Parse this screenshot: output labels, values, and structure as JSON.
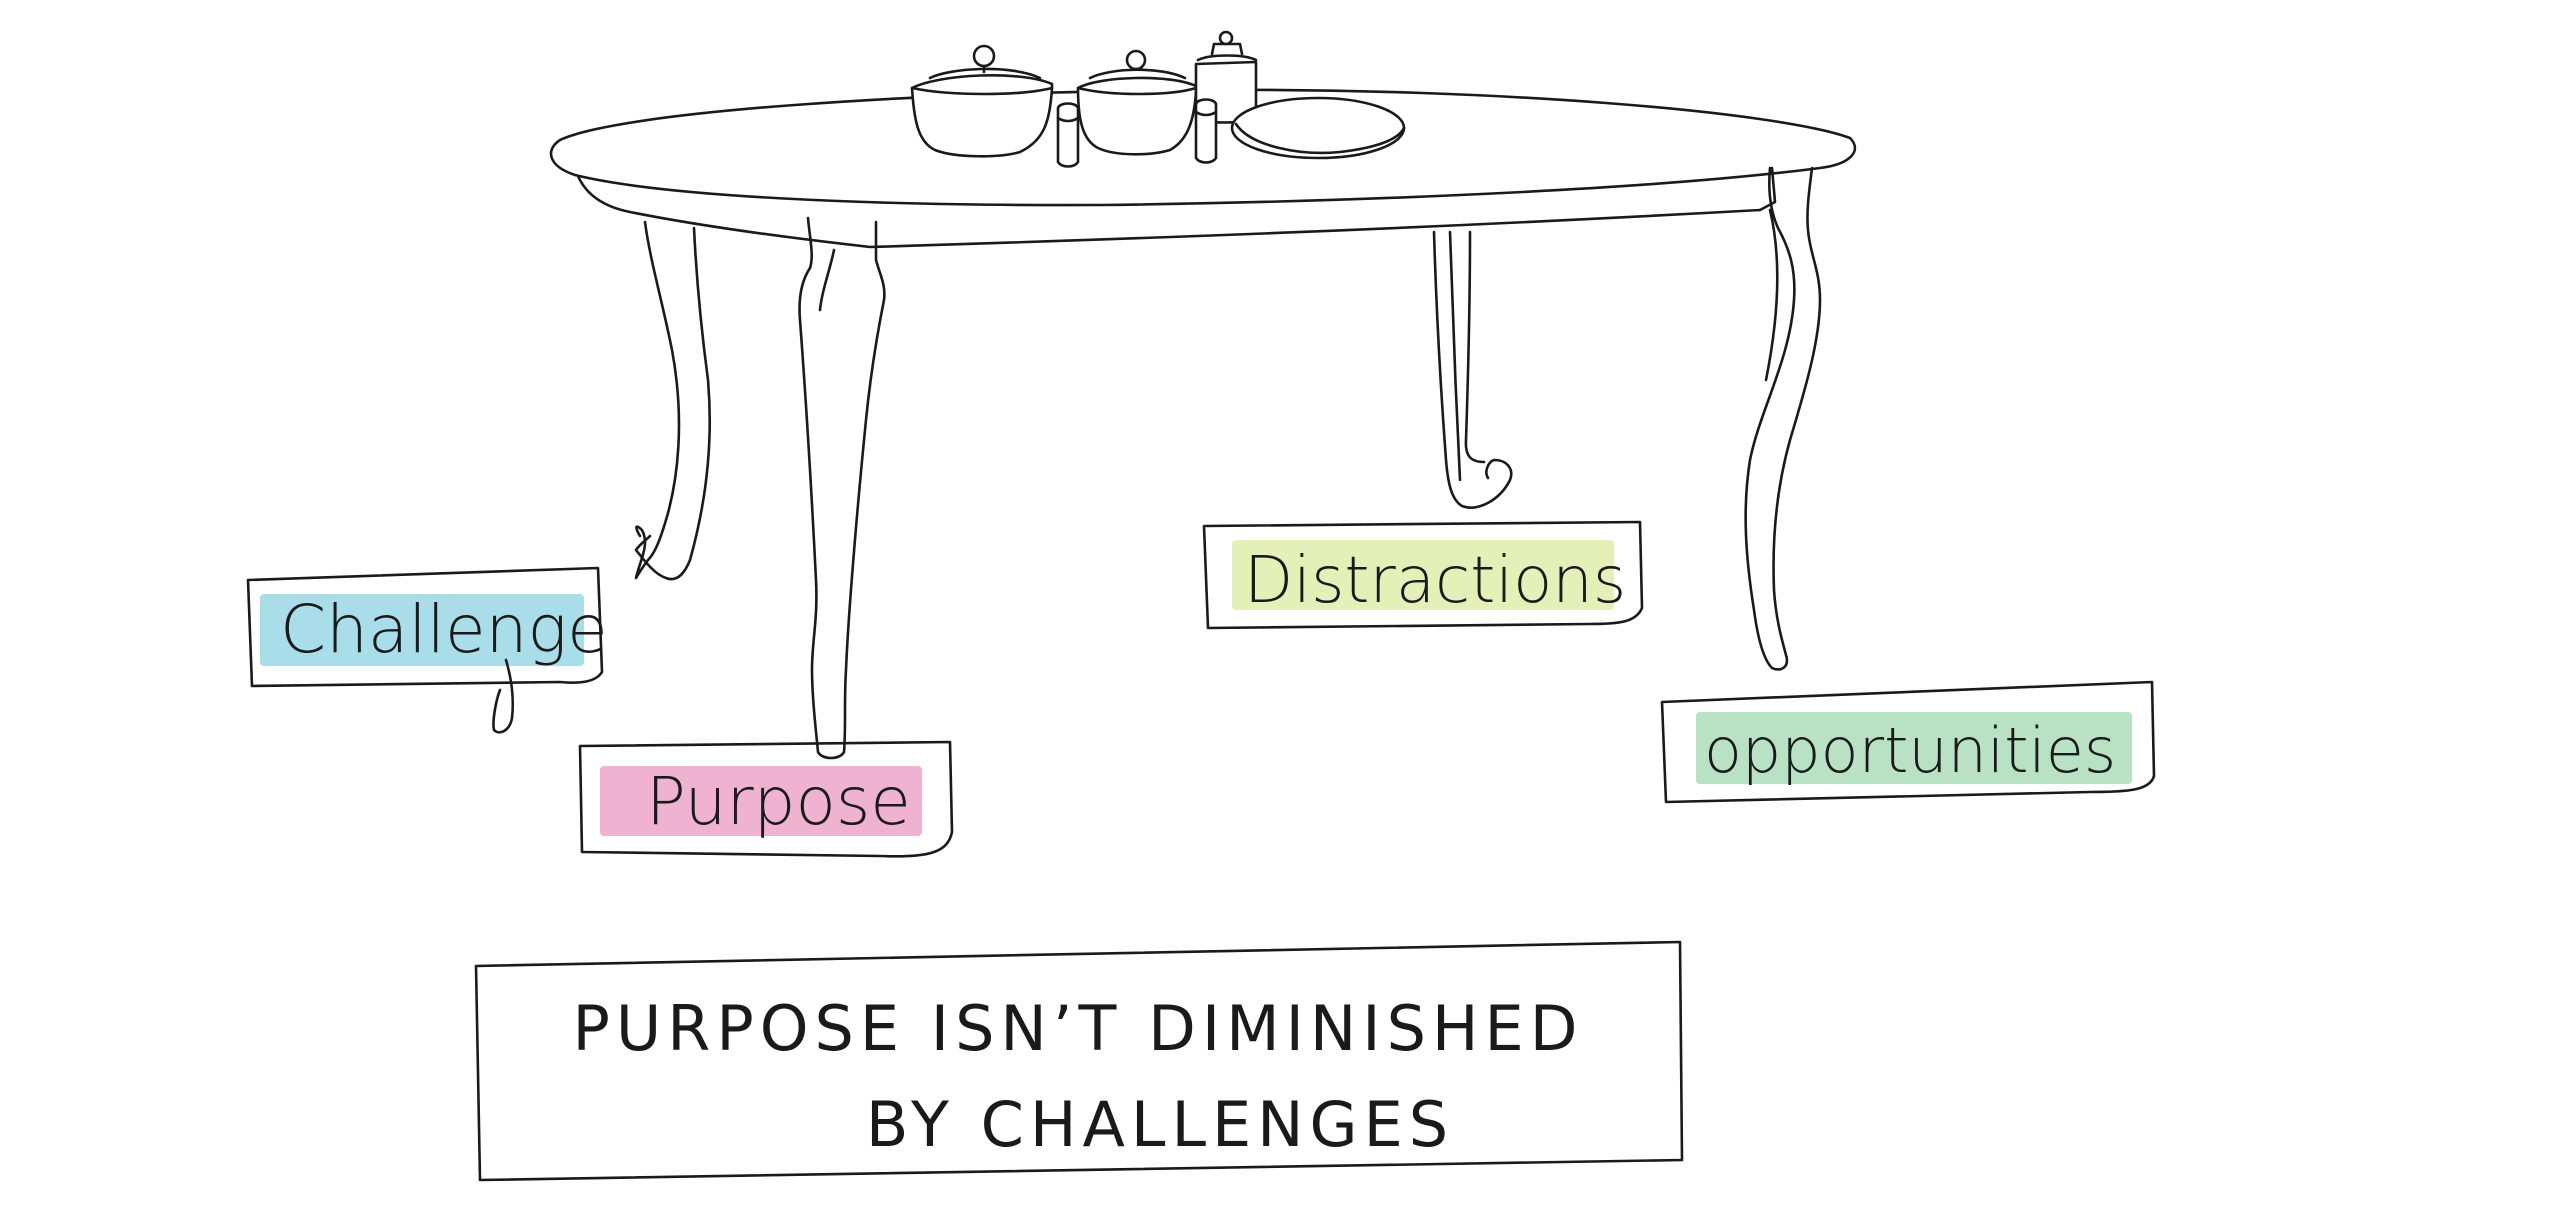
{
  "labels": {
    "challenge": {
      "text": "Challenge",
      "color": "#a8dde9"
    },
    "purpose": {
      "text": "Purpose",
      "color": "#efb3d1"
    },
    "distractions": {
      "text": "Distractions",
      "color": "#e5efb8"
    },
    "opportunities": {
      "text": "opportunities",
      "color": "#b9e2c4"
    }
  },
  "quote": {
    "line1": "PURPOSE  ISN’T  DIMINISHED",
    "line2": "BY  CHALLENGES"
  },
  "colors": {
    "ink": "#1a1a1a",
    "background": "#ffffff"
  }
}
